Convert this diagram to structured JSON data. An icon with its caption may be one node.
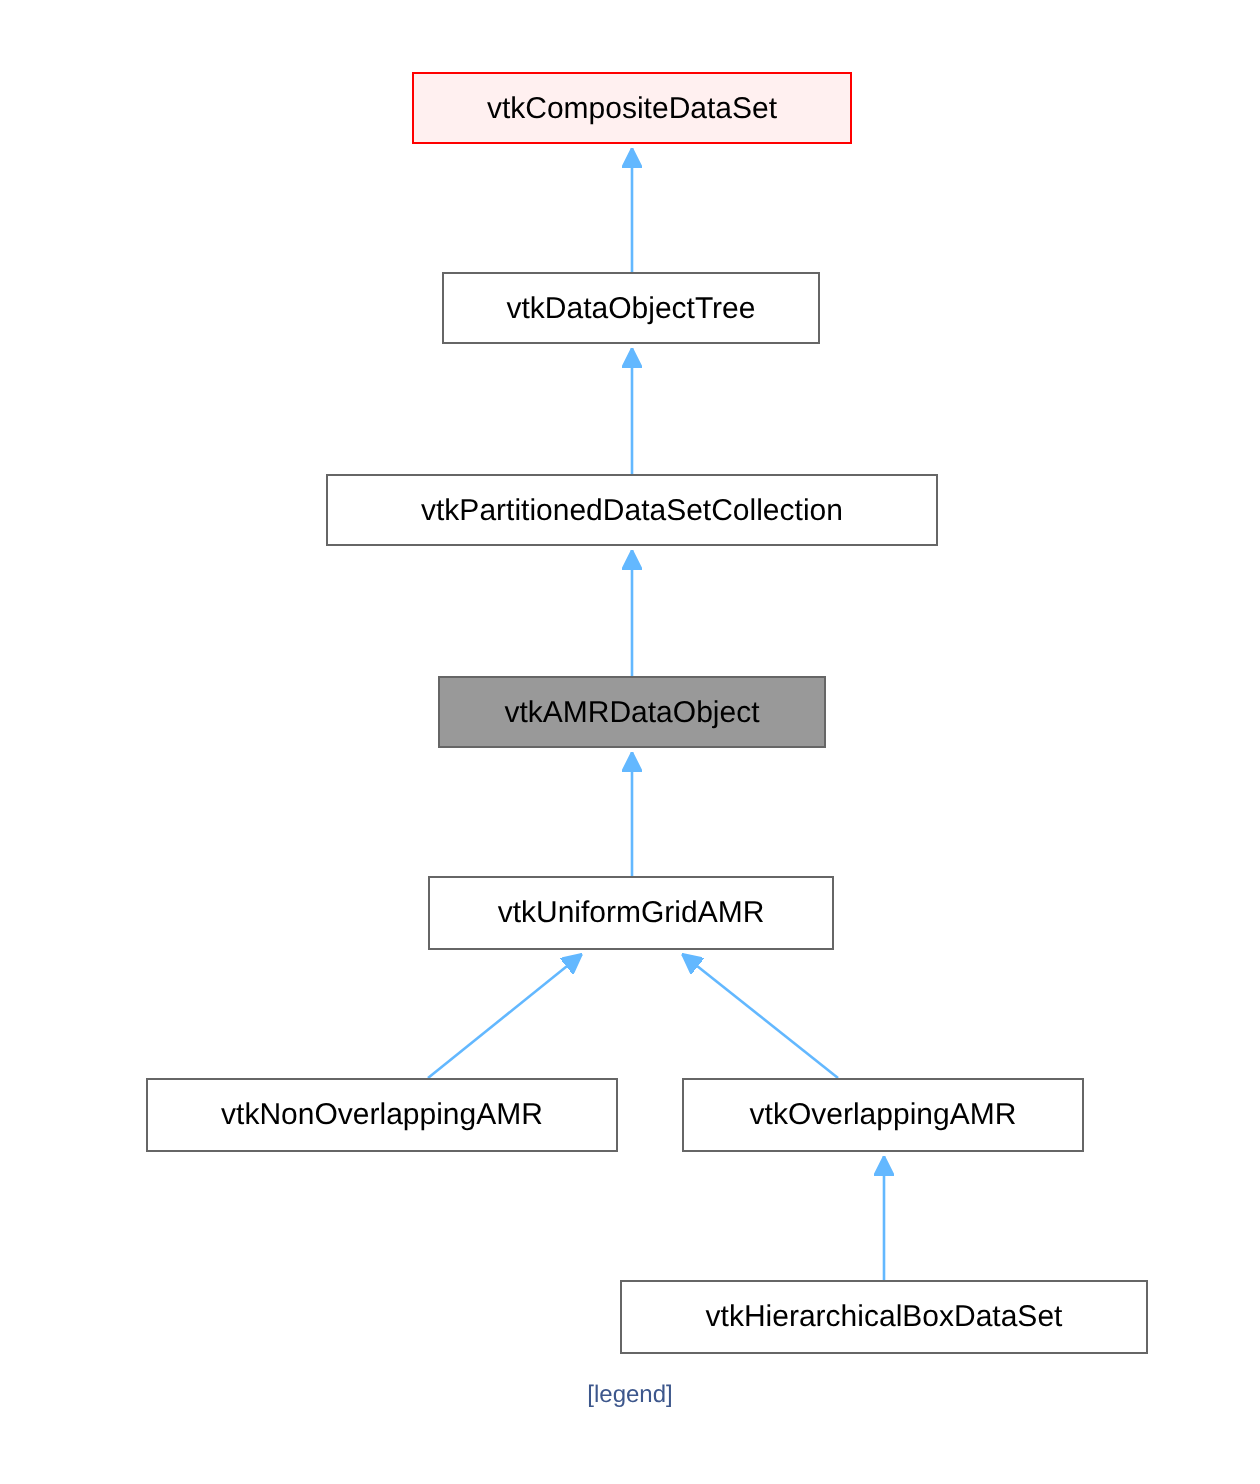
{
  "diagram": {
    "nodes": [
      {
        "text": [
          "vtkCompositeDataSet"
        ]
      },
      {
        "text": [
          "vtkDataObjectTree"
        ]
      },
      {
        "text": [
          "vtkPartitionedDataSetCollection"
        ]
      },
      {
        "text": [
          "vtkAMRDataObject"
        ]
      },
      {
        "text": [
          "vtkUniformGridAMR"
        ]
      },
      {
        "text": [
          "vtkNonOverlappingAMR"
        ]
      },
      {
        "text": [
          "vtkOverlappingAMR"
        ]
      },
      {
        "text": [
          "vtkHierarchicalBoxDataSet"
        ]
      }
    ],
    "edges": [
      {
        "from": 1,
        "to": 0,
        "arrow": "to"
      },
      {
        "from": 2,
        "to": 1,
        "arrow": "to"
      },
      {
        "from": 3,
        "to": 2,
        "arrow": "to"
      },
      {
        "from": 4,
        "to": 3,
        "arrow": "to"
      },
      {
        "from": 5,
        "to": 4,
        "arrow": "to"
      },
      {
        "from": 6,
        "to": 4,
        "arrow": "to"
      },
      {
        "from": 7,
        "to": 6,
        "arrow": "to"
      }
    ],
    "labels": [
      "[legend]"
    ]
  }
}
